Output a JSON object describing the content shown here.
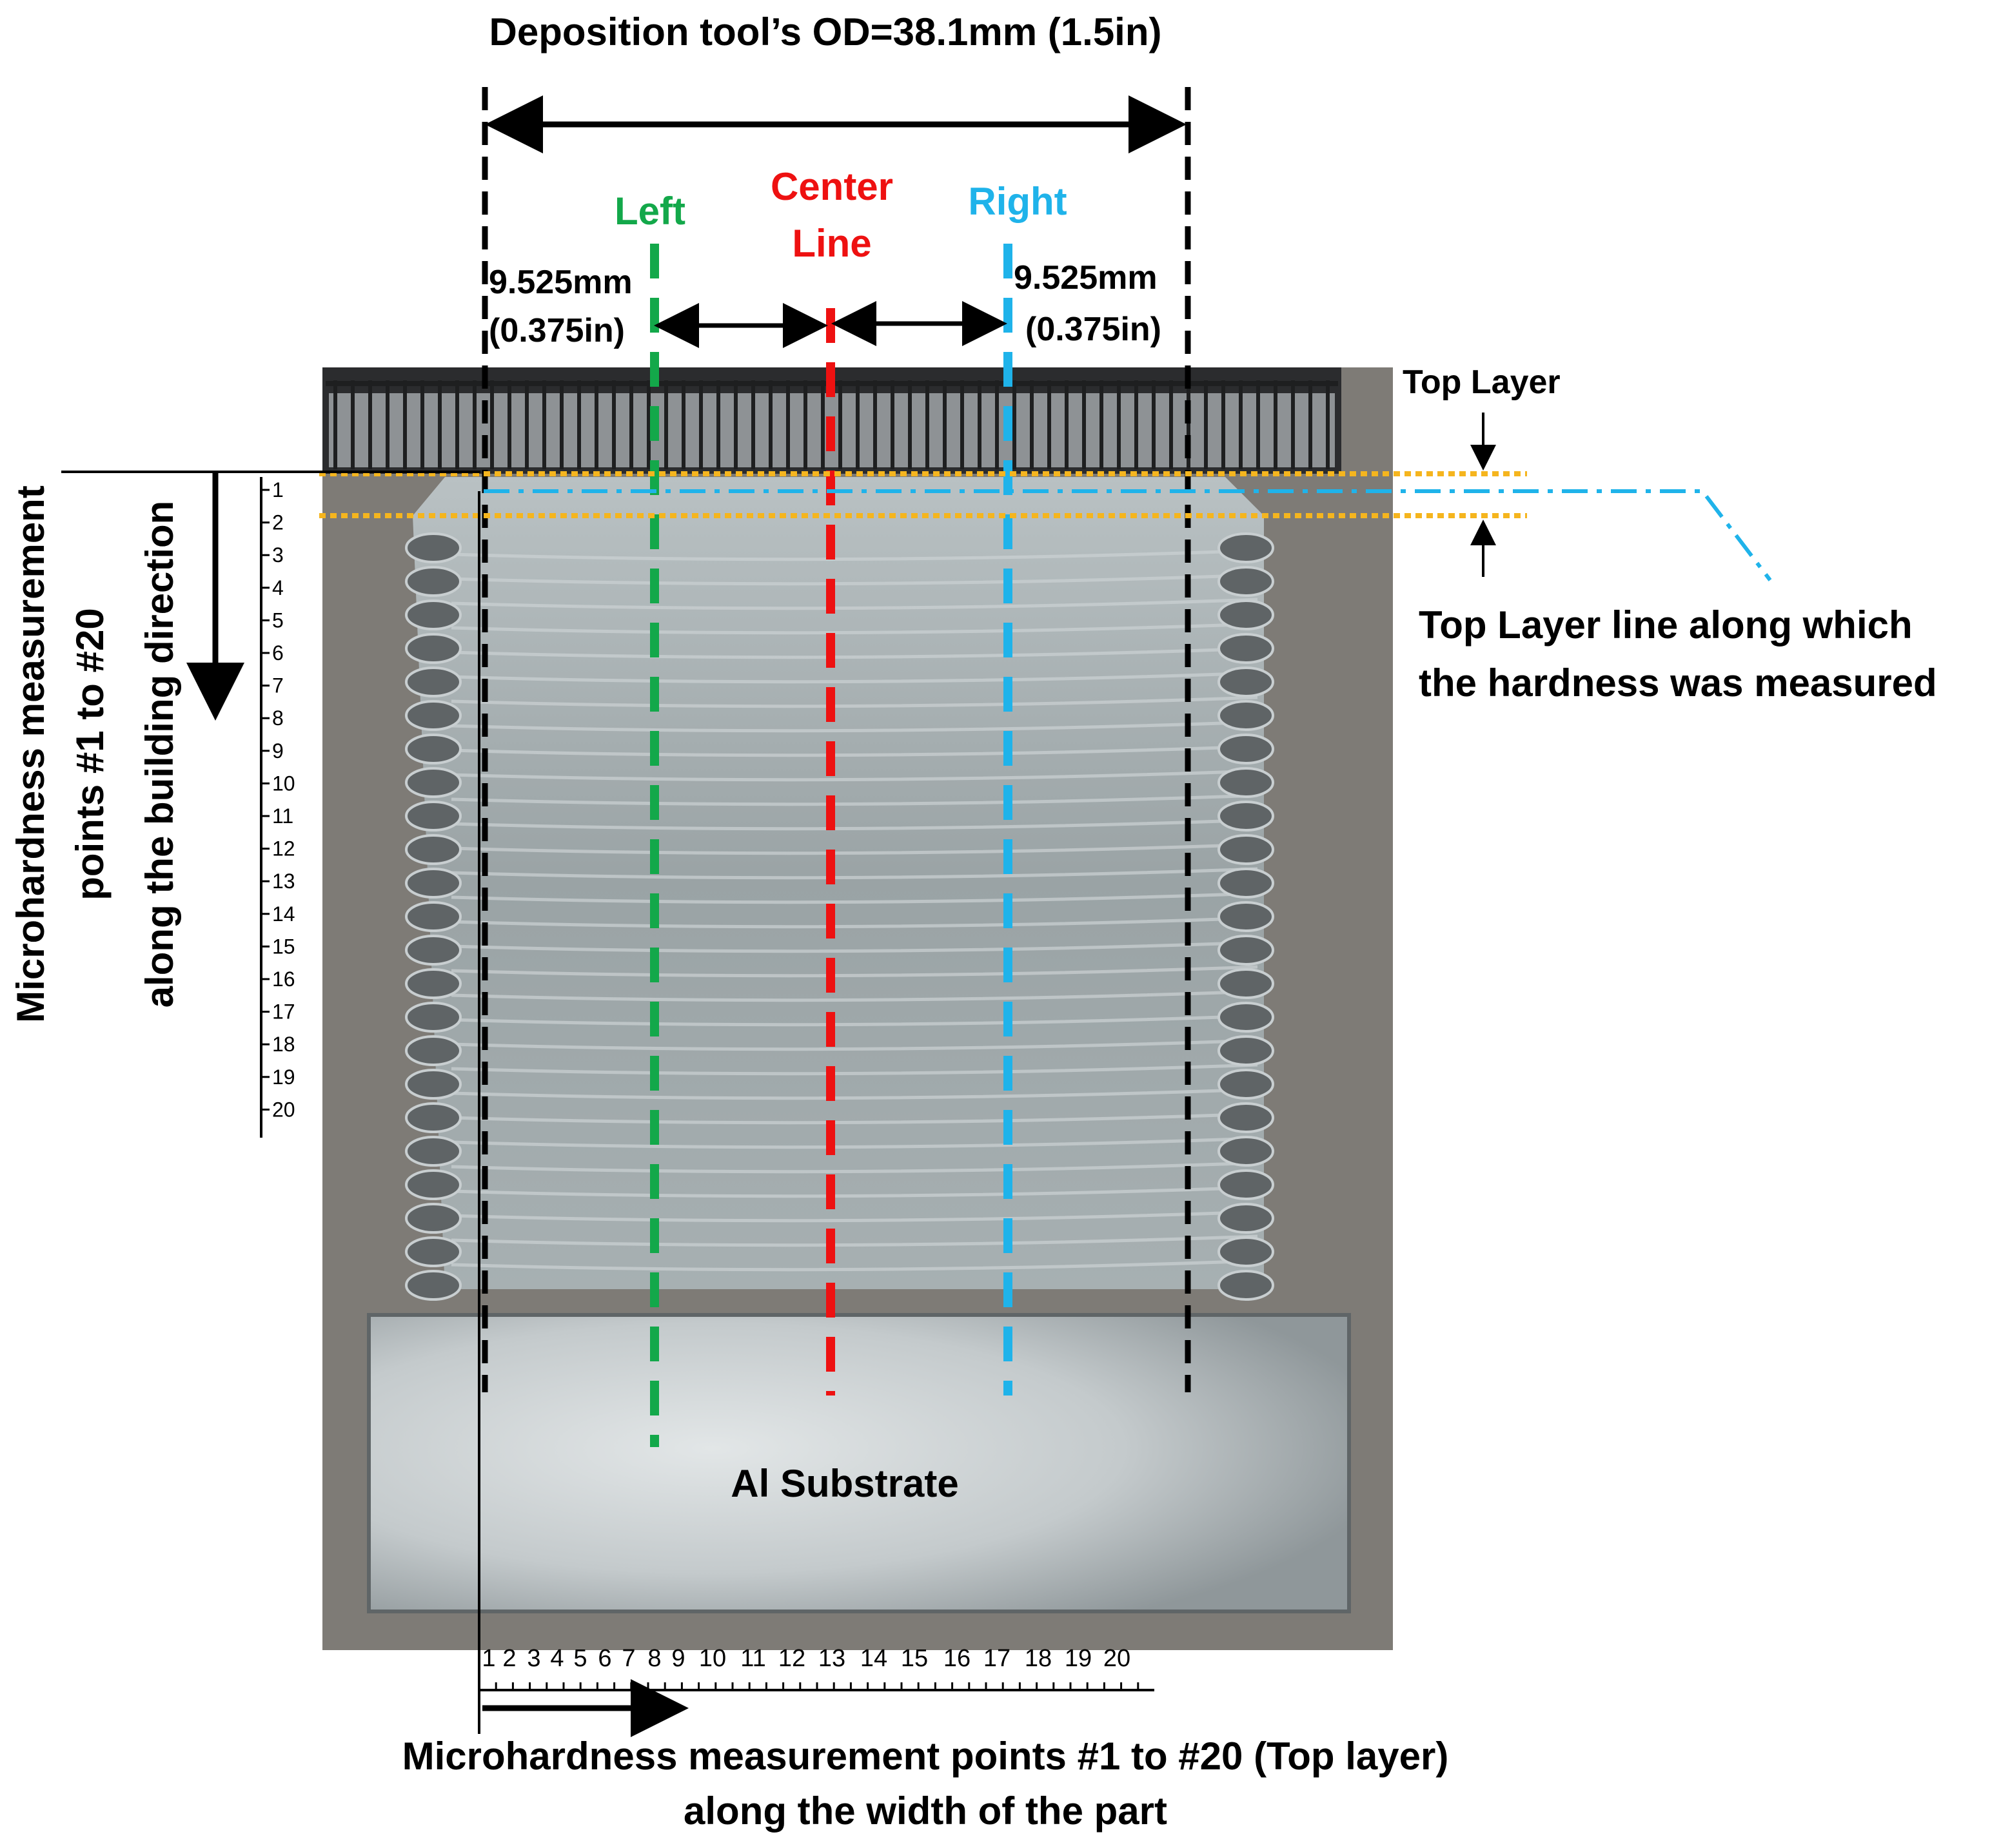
{
  "title": "Deposition tool’s OD=38.1mm (1.5in)",
  "labels": {
    "left": "Left",
    "center_line": [
      "Center",
      "Line"
    ],
    "right": "Right",
    "dim_left": [
      "9.525mm",
      "(0.375in)"
    ],
    "dim_right": [
      "9.525mm",
      "(0.375in)"
    ],
    "top_layer": "Top Layer",
    "top_layer_line": [
      "Top Layer line along which",
      "the hardness was measured"
    ],
    "substrate": "Al Substrate",
    "vertical_caption": [
      "Microhardness measurement",
      "points #1 to #20",
      "along the building direction"
    ],
    "bottom_caption": [
      "Microhardness measurement points #1 to #20 (Top layer)",
      "along the width of the part"
    ]
  },
  "vertical_ticks": [
    "1",
    "2",
    "3",
    "4",
    "5",
    "6",
    "7",
    "8",
    "9",
    "10",
    "11",
    "12",
    "13",
    "14",
    "15",
    "16",
    "17",
    "18",
    "19",
    "20"
  ],
  "horizontal_ticks": [
    "1",
    "2",
    "3",
    "4",
    "5",
    "6",
    "7",
    "8",
    "9",
    "10",
    "11",
    "12",
    "13",
    "14",
    "15",
    "16",
    "17",
    "18",
    "19",
    "20"
  ],
  "colors": {
    "left_line": "#13a84a",
    "center_line": "#ee1111",
    "right_line": "#1fb3ea",
    "top_layer_band": "#f5b51e",
    "deposit": "#9ea7a9",
    "substrate": "#c3cacc",
    "background_plate": "#7e7b76"
  }
}
